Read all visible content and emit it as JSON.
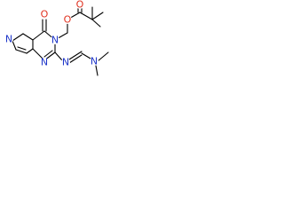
{
  "molecule": {
    "atoms": {
      "o_carbonyl_ring": "O",
      "o_ester_carbonyl": "O",
      "o_ester_link": "O",
      "n_pyrrole": "N",
      "n3_ring": "N",
      "n1_ring": "N",
      "n_imine": "N",
      "n_amine": "N"
    },
    "colors": {
      "oxygen": "#e0301e",
      "nitrogen": "#1d35c9",
      "bond": "#000000"
    }
  }
}
